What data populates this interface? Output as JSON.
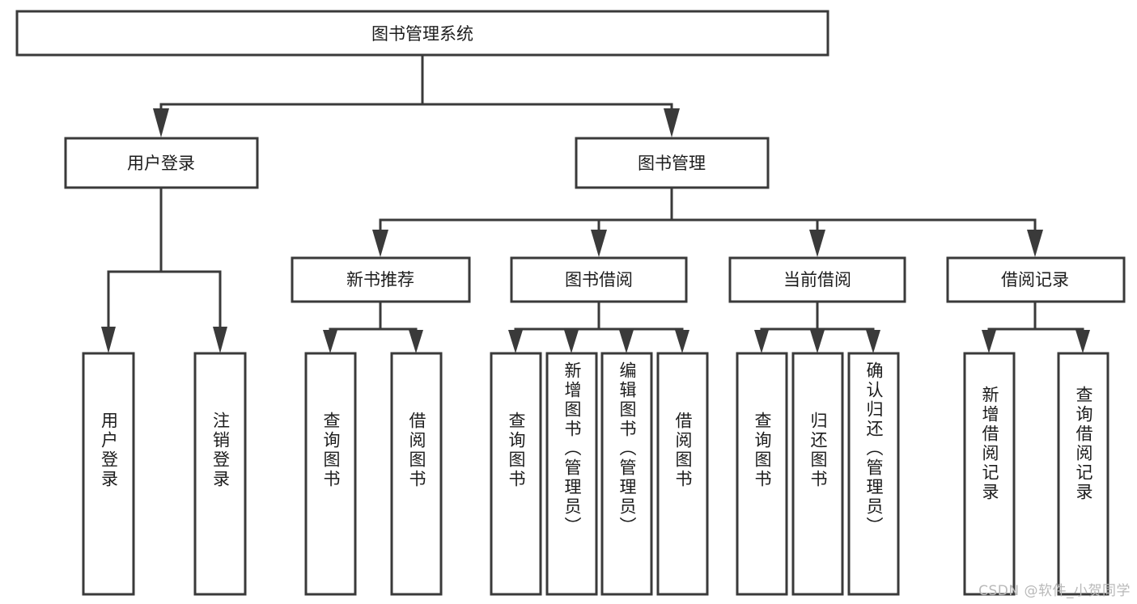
{
  "diagram": {
    "type": "tree",
    "title": "图书管理系统",
    "watermark": "CSDN @软件_小贺同学",
    "colors": {
      "box_stroke": "#3a3a3a",
      "box_fill": "#ffffff",
      "text": "#1c1c1c",
      "watermark": "#b9b9b9",
      "background": "#ffffff"
    },
    "nodes": {
      "root": {
        "label": "图书管理系统"
      },
      "level2": [
        {
          "label": "用户登录"
        },
        {
          "label": "图书管理"
        }
      ],
      "level3": [
        {
          "label": "新书推荐"
        },
        {
          "label": "图书借阅"
        },
        {
          "label": "当前借阅"
        },
        {
          "label": "借阅记录"
        }
      ],
      "leaves": {
        "user_login": [
          {
            "label": "用户登录"
          },
          {
            "label": "注销登录"
          }
        ],
        "new_book": [
          {
            "label": "查询图书"
          },
          {
            "label": "借阅图书"
          }
        ],
        "borrow_book": [
          {
            "label": "查询图书"
          },
          {
            "label": "新增图书（管理员）"
          },
          {
            "label": "编辑图书（管理员）"
          },
          {
            "label": "借阅图书"
          }
        ],
        "current_borrow": [
          {
            "label": "查询图书"
          },
          {
            "label": "归还图书"
          },
          {
            "label": "确认归还（管理员）"
          }
        ],
        "borrow_record": [
          {
            "label": "新增借阅记录"
          },
          {
            "label": "查询借阅记录"
          }
        ]
      }
    }
  }
}
